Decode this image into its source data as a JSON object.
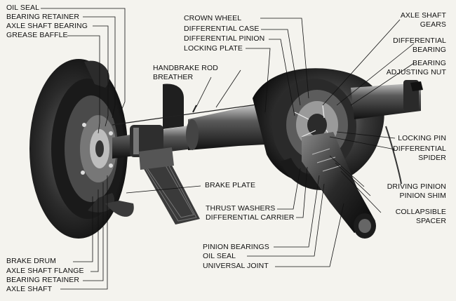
{
  "labels": {
    "oil_seal_top": "OIL SEAL",
    "bearing_retainer_top": "BEARING RETAINER",
    "axle_shaft_bearing": "AXLE SHAFT BEARING",
    "grease_baffle": "GREASE BAFFLE",
    "crown_wheel": "CROWN WHEEL",
    "differential_case": "DIFFERENTIAL CASE",
    "differential_pinion": "DIFFERENTIAL PINION",
    "locking_plate": "LOCKING PLATE",
    "handbrake_rod": "HANDBRAKE ROD",
    "breather": "BREATHER",
    "axle_shaft_gears_1": "AXLE SHAFT",
    "axle_shaft_gears_2": "GEARS",
    "differential_bearing_1": "DIFFERENTIAL",
    "differential_bearing_2": "BEARING",
    "bearing_adjusting_nut_1": "BEARING",
    "bearing_adjusting_nut_2": "ADJUSTING NUT",
    "locking_pin": "LOCKING PIN",
    "differential_spider_1": "DIFFERENTIAL",
    "differential_spider_2": "SPIDER",
    "brake_plate": "BRAKE PLATE",
    "driving_pinion": "DRIVING PINION",
    "pinion_shim": "PINION SHIM",
    "thrust_washers": "THRUST WASHERS",
    "differential_carrier": "DIFFERENTIAL CARRIER",
    "collapsible_spacer_1": "COLLAPSIBLE",
    "collapsible_spacer_2": "SPACER",
    "pinion_bearings": "PINION BEARINGS",
    "oil_seal_bottom": "OIL SEAL",
    "universal_joint": "UNIVERSAL JOINT",
    "brake_drum": "BRAKE DRUM",
    "axle_shaft_flange": "AXLE SHAFT FLANGE",
    "bearing_retainer_bottom": "BEARING RETAINER",
    "axle_shaft": "AXLE SHAFT"
  }
}
